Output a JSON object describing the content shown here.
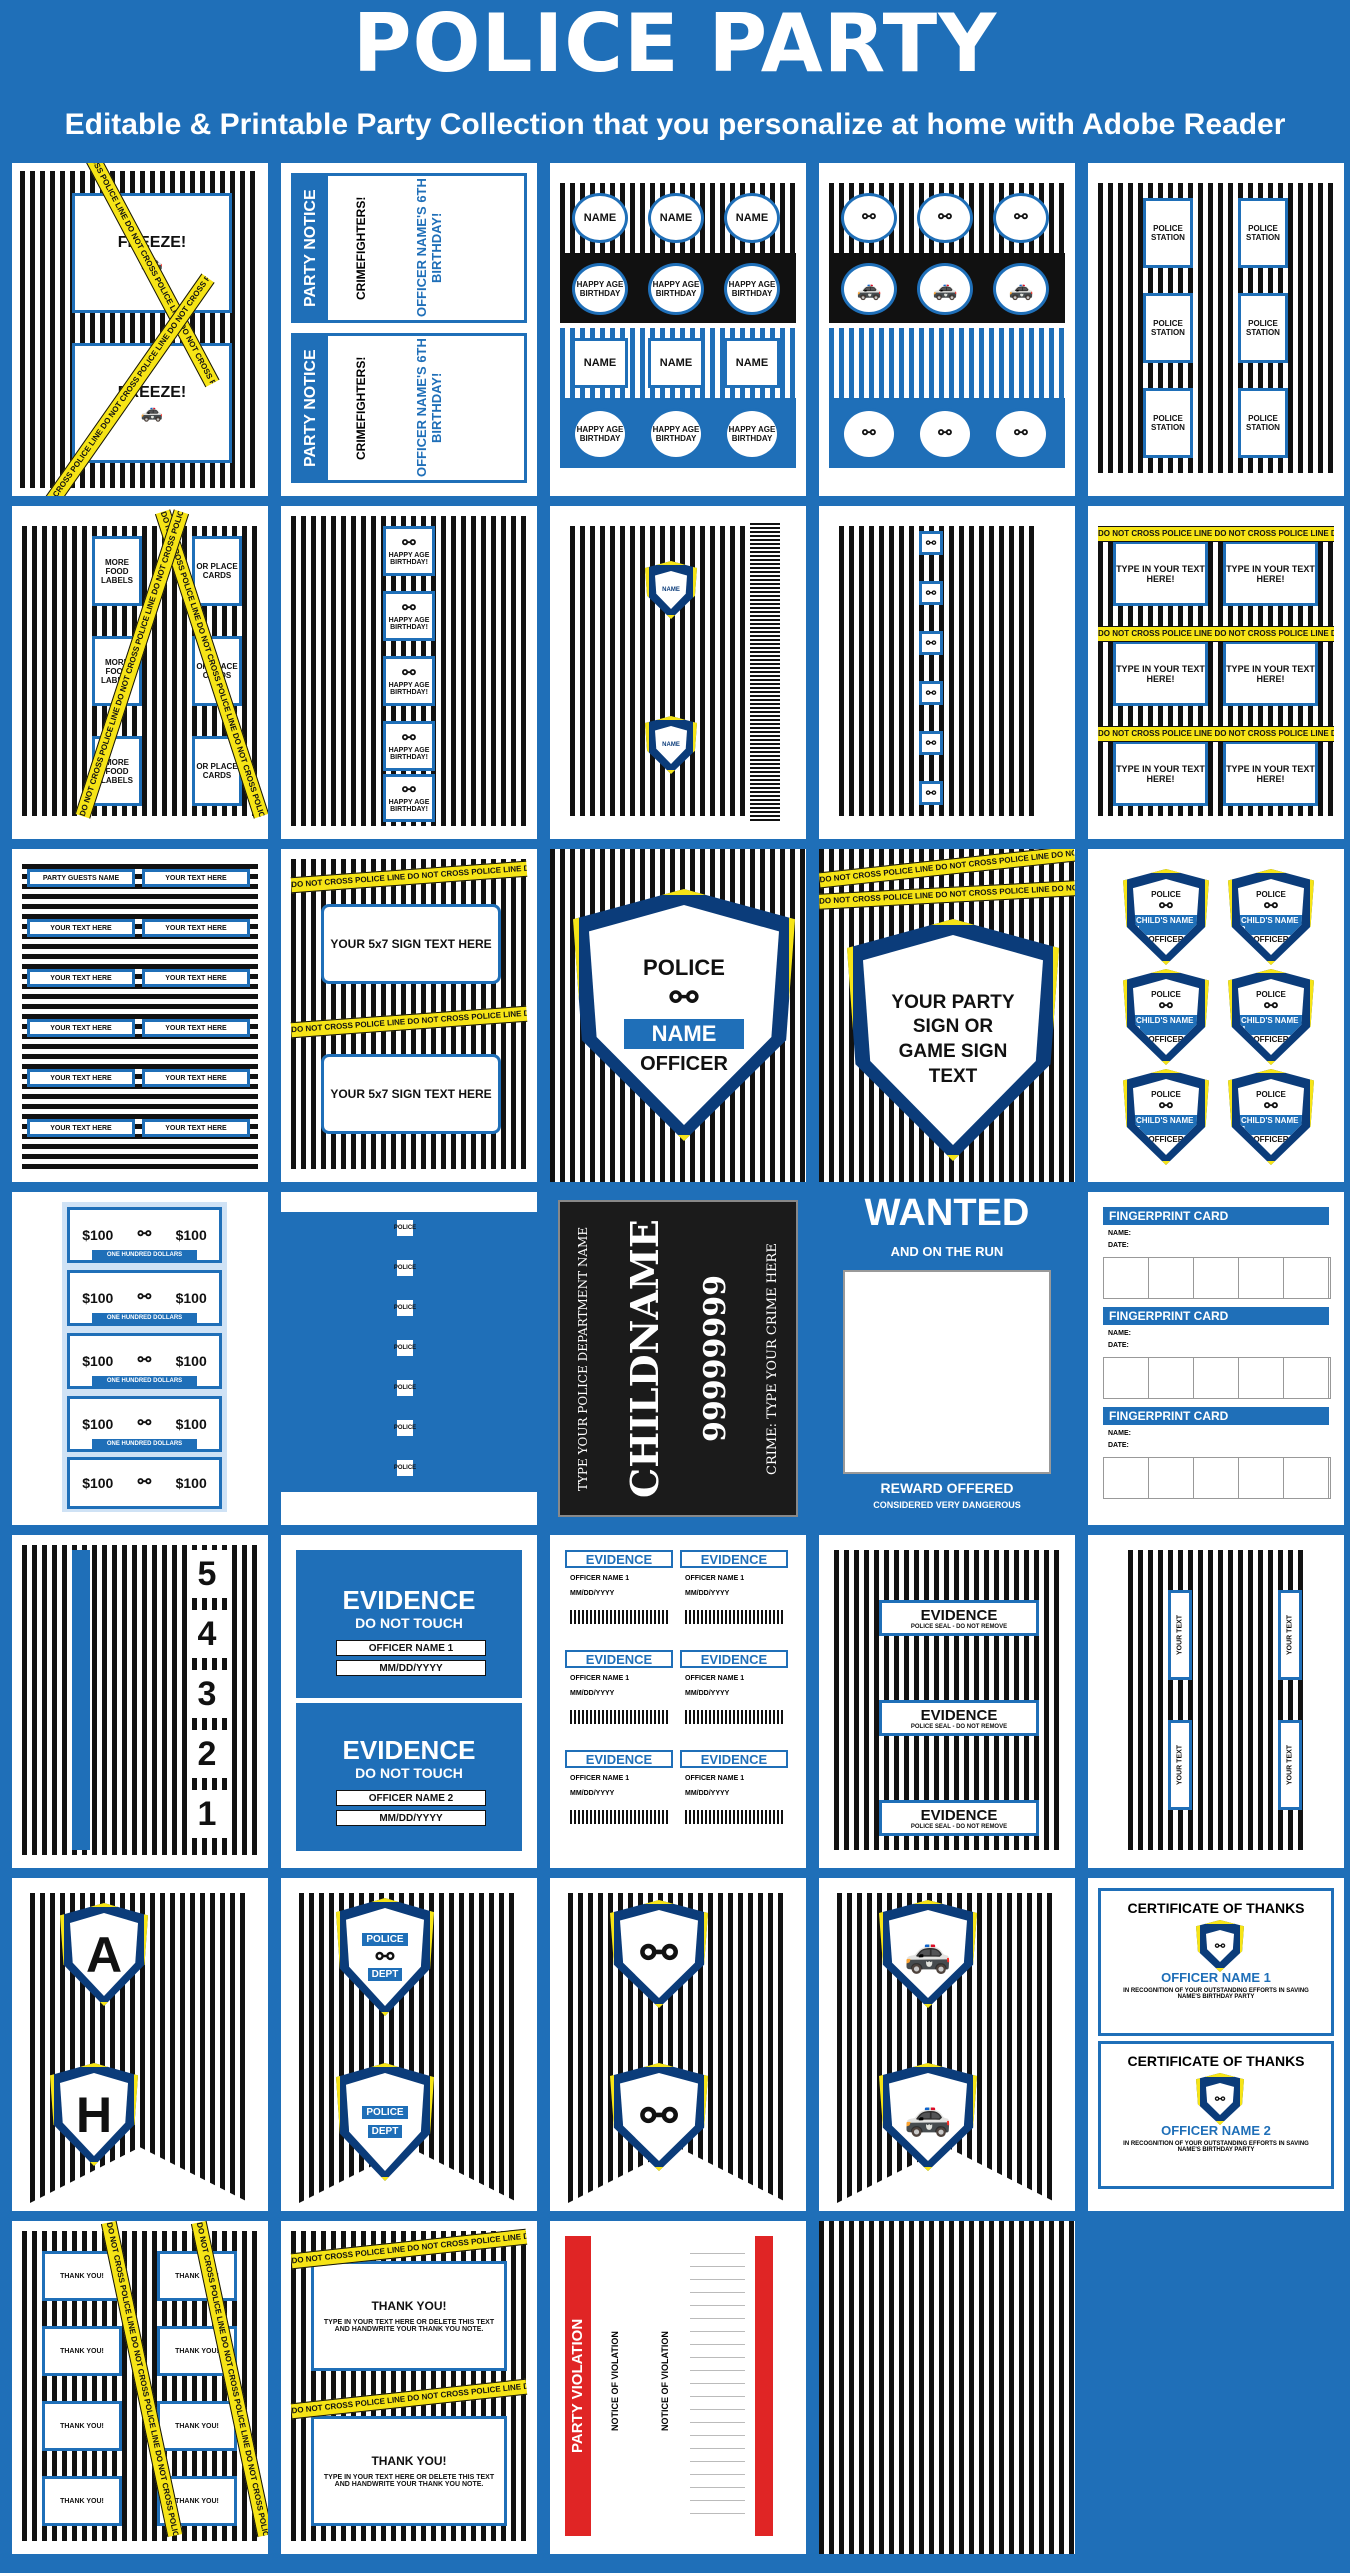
{
  "header": {
    "title": "POLICE PARTY",
    "subtitle": "Editable & Printable Party Collection that you personalize at home with Adobe Reader"
  },
  "tiles": {
    "freeze": "FREEZE!",
    "party_notice": "PARTY NOTICE",
    "crimefighters": "CRIMEFIGHTERS!",
    "officer_birthday": "OFFICER NAME'S 6TH BIRTHDAY!",
    "name": "NAME",
    "happy_age_birthday": "HAPPY AGE BIRTHDAY",
    "happy_age_birthday_excl": "HAPPY AGE BIRTHDAY!",
    "police_station": "POLICE STATION",
    "food_label": "MORE FOOD LABELS",
    "or_place_cards": "OR PLACE CARDS",
    "type_here": "TYPE IN YOUR TEXT HERE!",
    "your_text_here": "YOUR TEXT HERE",
    "party_guests_name": "PARTY GUESTS NAME",
    "sign_5x7": "YOUR 5x7 SIGN TEXT HERE",
    "badge_police": "POLICE",
    "badge_name": "NAME",
    "badge_officer": "OFFICER",
    "party_sign": "YOUR PARTY SIGN OR GAME SIGN TEXT",
    "child_names": [
      "CHILD'S NAME 1",
      "CHILD'S NAME 2",
      "CHILD'S NAME 3",
      "CHILD'S NAME 4",
      "CHILD'S NAME 5",
      "CHILD'S NAME 6"
    ],
    "money_amount": "$100",
    "money_caption": "ONE HUNDRED DOLLARS",
    "mugshot_dept": "TYPE YOUR POLICE DEPARTMENT NAME",
    "mugshot_name": "CHILDNAME",
    "mugshot_number": "99999999",
    "mugshot_crime": "CRIME: TYPE YOUR CRIME HERE",
    "wanted": "WANTED",
    "on_the_run": "AND ON THE RUN",
    "reward": "REWARD OFFERED",
    "dangerous": "CONSIDERED VERY DANGEROUS",
    "fingerprint_card": "FINGERPRINT CARD",
    "fp_name": "NAME:",
    "fp_date": "DATE:",
    "evidence": "EVIDENCE",
    "do_not_touch": "DO NOT TOUCH",
    "officer_name_1": "OFFICER NAME 1",
    "officer_name_2": "OFFICER NAME 2",
    "date_value": "MM/DD/YYYY",
    "police_seal": "POLICE SEAL - DO NOT REMOVE",
    "your_text": "YOUR TEXT",
    "markers": [
      "5",
      "4",
      "3",
      "2",
      "1"
    ],
    "banner_letters": [
      "A",
      "H"
    ],
    "police": "POLICE",
    "dept": "DEPT",
    "certificate": "CERTIFICATE OF THANKS",
    "recognition": "IN RECOGNITION OF YOUR OUTSTANDING EFFORTS IN SAVING NAME'S BIRTHDAY PARTY",
    "thank_you": "THANK YOU!",
    "thankyou_text": "TYPE IN YOUR TEXT HERE OR DELETE THIS TEXT AND HANDWRITE YOUR THANK YOU NOTE.",
    "violation": "PARTY VIOLATION",
    "notice_of_violation": "NOTICE OF VIOLATION",
    "tape_text": "DO NOT CROSS  POLICE LINE  DO NOT CROSS  POLICE LINE  DO NOT CROSS  POLICE LINE  DO NOT CROSS"
  },
  "colors": {
    "blue": "#1f6fb8",
    "navy": "#0b3c7a",
    "yellow": "#f6e416",
    "black": "#111111"
  }
}
